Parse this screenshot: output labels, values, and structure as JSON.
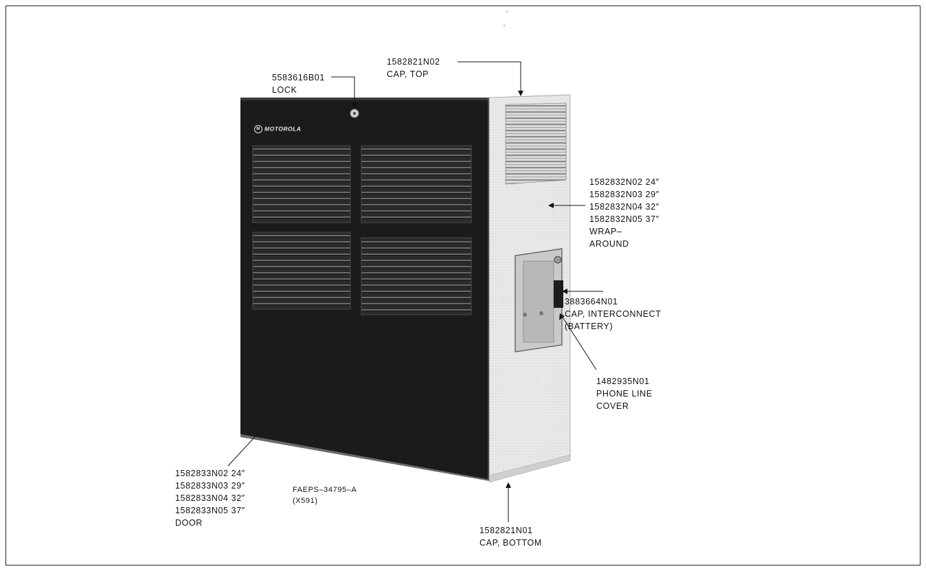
{
  "labels": {
    "cap_top": {
      "part": "1582821N02",
      "desc": "CAP, TOP"
    },
    "lock": {
      "part": "5583616B01",
      "desc": "LOCK"
    },
    "wraparound": {
      "parts": [
        "1582832N02 24″",
        "1582832N03 29″",
        "1582832N04 32″",
        "1582832N05 37″"
      ],
      "desc1": "WRAP–",
      "desc2": "AROUND"
    },
    "interconnect": {
      "part": "3883664N01",
      "desc1": "CAP, INTERCONNECT",
      "desc2": "(BATTERY)"
    },
    "phone_line": {
      "part": "1482935N01",
      "desc1": "PHONE LINE",
      "desc2": "COVER"
    },
    "door": {
      "parts": [
        "1582833N02 24″",
        "1582833N03 29″",
        "1582833N04 32″",
        "1582833N05 37″"
      ],
      "desc": "DOOR"
    },
    "figure_id": {
      "line1": "FAEPS–34795–A",
      "line2": "(X591)"
    },
    "cap_bottom": {
      "part": "1582821N01",
      "desc": "CAP, BOTTOM"
    }
  },
  "brand": "MOTOROLA",
  "colors": {
    "door": "#1b1b1b",
    "side_panel": "#e9e9e9",
    "louver": "#3a3a3a",
    "line": "#111111"
  }
}
